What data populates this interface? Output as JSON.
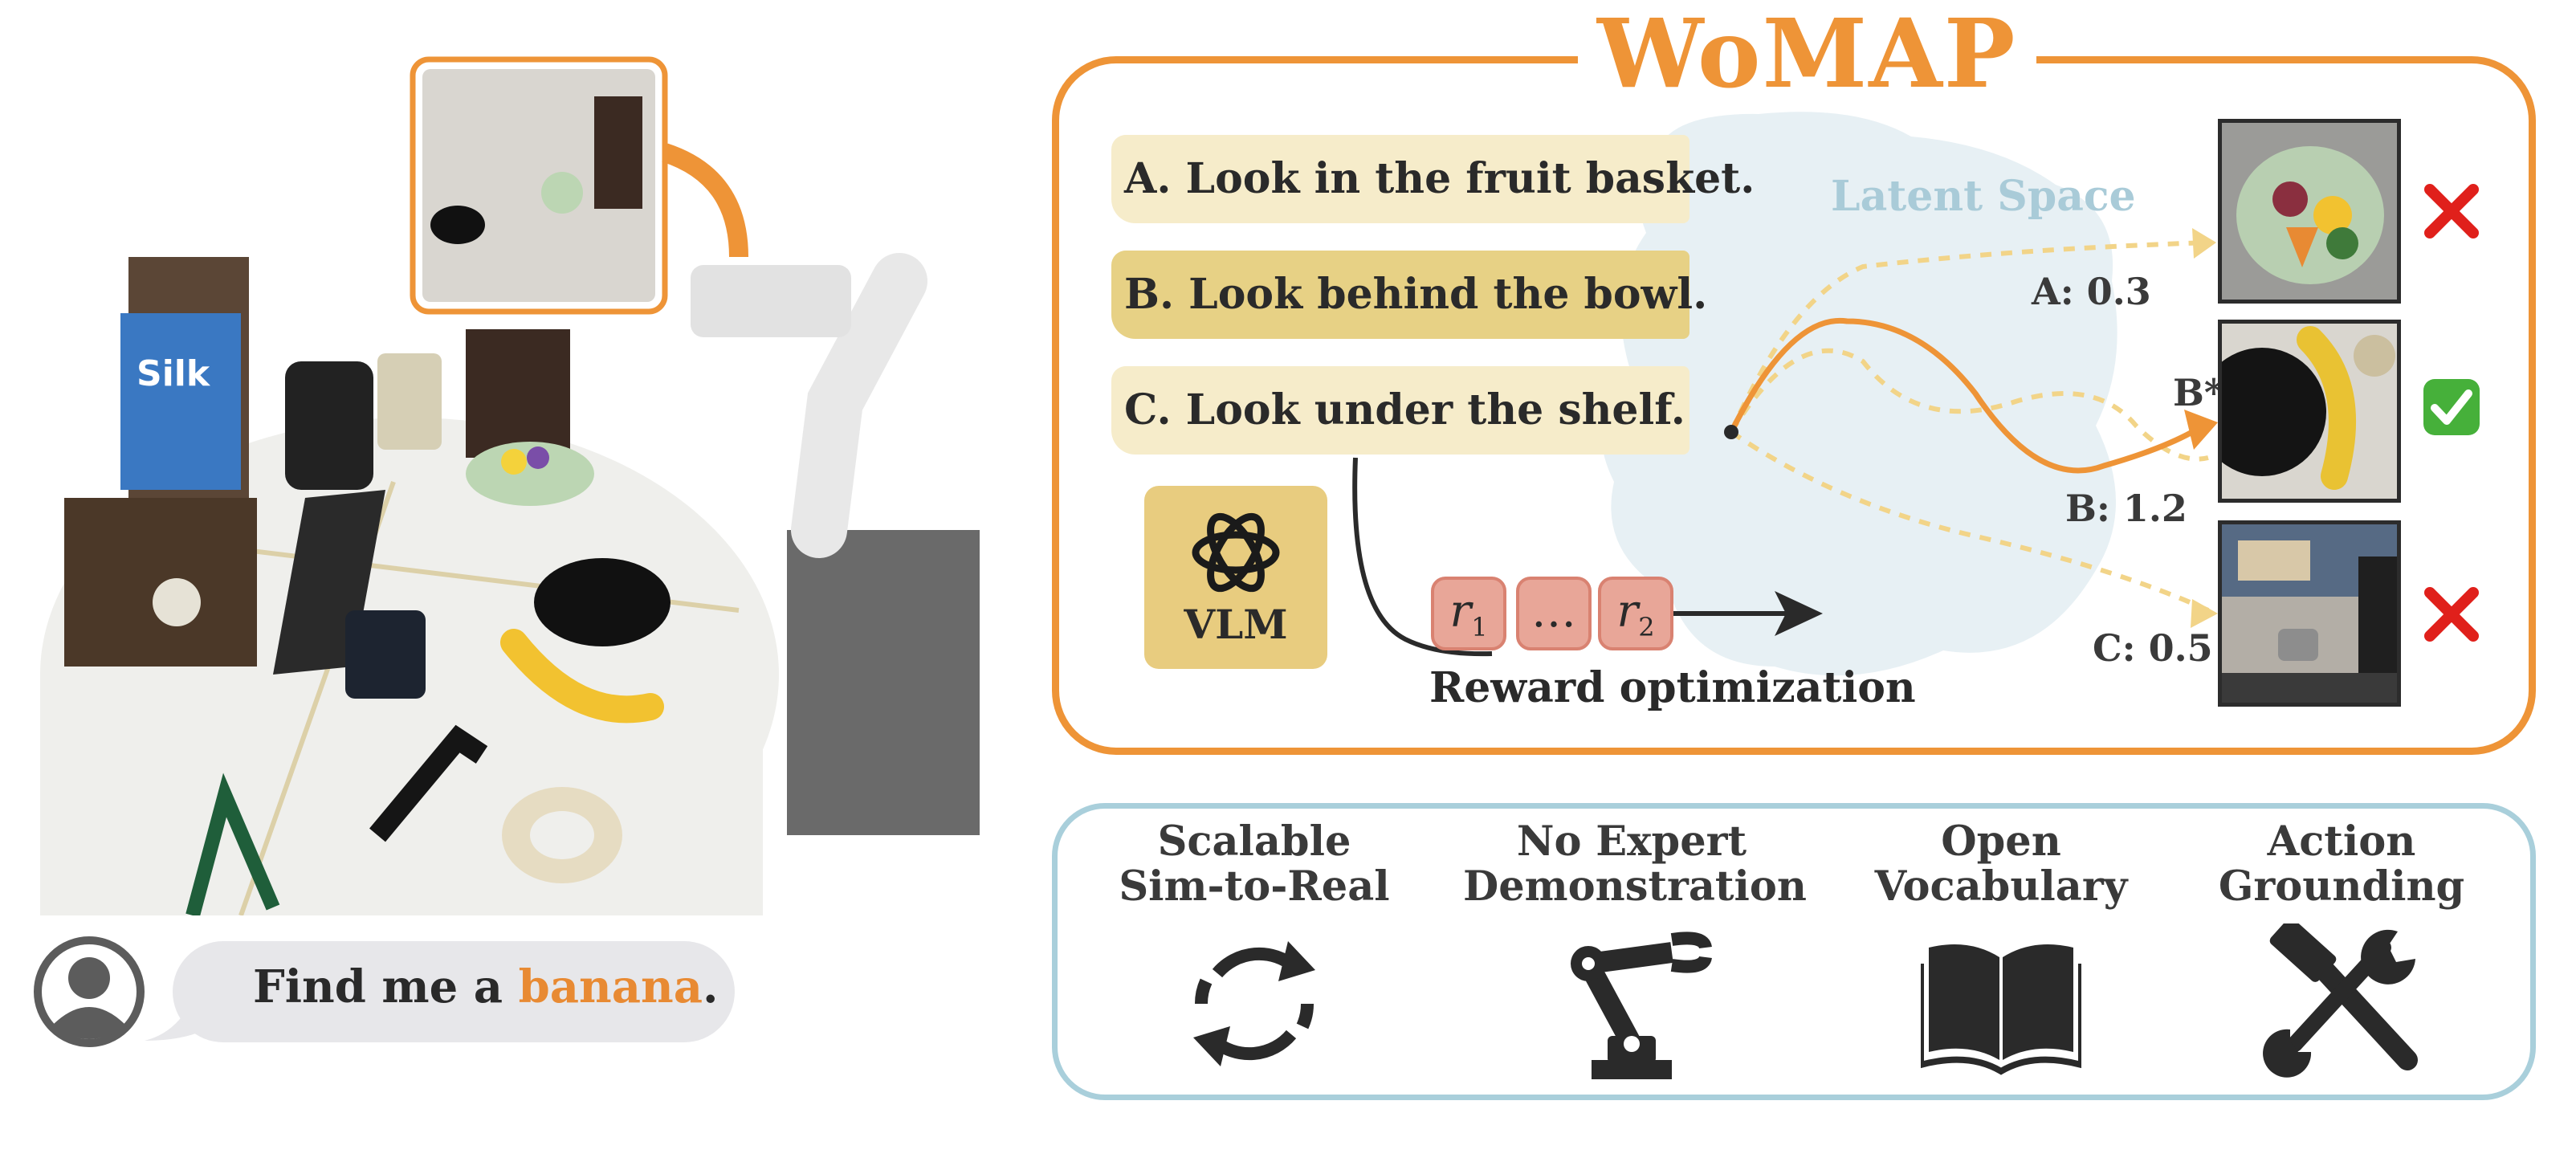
{
  "user_prompt": {
    "prefix": "Find me a ",
    "highlight": "banana",
    "suffix": "."
  },
  "womap": {
    "title": "WoMAP",
    "options": [
      {
        "label": "A. Look in the fruit basket."
      },
      {
        "label": "B. Look behind the bowl."
      },
      {
        "label": "C. Look under the shelf."
      }
    ],
    "vlm_label": "VLM",
    "reward_tokens": [
      "r",
      "…",
      "r"
    ],
    "reward_token_subscripts": [
      "1",
      "",
      "2"
    ],
    "reward_label": "Reward optimization",
    "latent_space_label": "Latent Space",
    "scores": {
      "a": "A: 0.3",
      "b_star": "B*",
      "b": "B: 1.2",
      "c": "C: 0.5"
    },
    "outcomes": [
      "cross",
      "check",
      "cross"
    ]
  },
  "features": [
    {
      "line1": "Scalable",
      "line2": "Sim-to-Real",
      "icon": "cycle-arrows-icon"
    },
    {
      "line1": "No Expert",
      "line2": "Demonstration",
      "icon": "robot-arm-icon"
    },
    {
      "line1": "Open",
      "line2": "Vocabulary",
      "icon": "open-book-icon"
    },
    {
      "line1": "Action",
      "line2": "Grounding",
      "icon": "hammer-wrench-icon"
    }
  ],
  "colors": {
    "accent_orange": "#ee9437",
    "feature_border": "#a9cfdb",
    "option_light": "#f6ecca",
    "option_dark": "#e7d185",
    "vlm_box": "#e8cc7f",
    "reward_token": "#e8a698",
    "latent_cloud": "#e7f0f4",
    "dashed_path": "#f2d488",
    "cross_red": "#e0201b",
    "check_green": "#46b03a"
  }
}
